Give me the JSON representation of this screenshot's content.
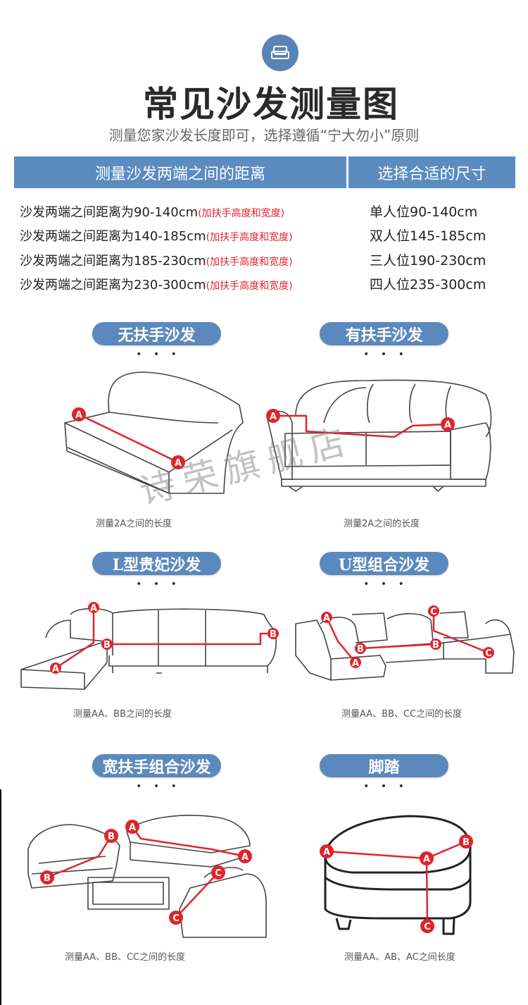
{
  "header": {
    "icon": "sofa-icon",
    "title": "常见沙发测量图",
    "subtitle": "测量您家沙发长度即可，选择遵循“宁大勿小”原则"
  },
  "table": {
    "col1": "测量沙发两端之间的距离",
    "col2": "选择合适的尺寸",
    "rows": [
      {
        "distance": "沙发两端之间距离为90-140cm",
        "note": "(加扶手高度和宽度)",
        "size": "单人位90-140cm"
      },
      {
        "distance": "沙发两端之间距离为140-185cm",
        "note": "(加扶手高度和宽度)",
        "size": "双人位145-185cm"
      },
      {
        "distance": "沙发两端之间距离为185-230cm",
        "note": "(加扶手高度和宽度)",
        "size": "三人位190-230cm"
      },
      {
        "distance": "沙发两端之间距离为230-300cm",
        "note": "(加扶手高度和宽度)",
        "size": "四人位235-300cm"
      }
    ]
  },
  "dots": "• • •",
  "sections": [
    {
      "title": "无扶手沙发",
      "caption": "测量2A之间的长度"
    },
    {
      "title": "有扶手沙发",
      "caption": "测量2A之间的长度"
    },
    {
      "title": "L型贵妃沙发",
      "caption": "测量AA、BB之间的长度"
    },
    {
      "title": "U型组合沙发",
      "caption": "测量AA、BB、CC之间的长度"
    },
    {
      "title": "宽扶手组合沙发",
      "caption": "测量AA、BB、CC之间的长度"
    },
    {
      "title": "脚踏",
      "caption": "测量AA、AB、AC之间长度"
    }
  ],
  "markers": {
    "a": "A",
    "b": "B",
    "c": "C"
  },
  "watermark": "诗荣旗舰店",
  "colors": {
    "blue": "#5b89bd",
    "red": "#e0242a"
  }
}
